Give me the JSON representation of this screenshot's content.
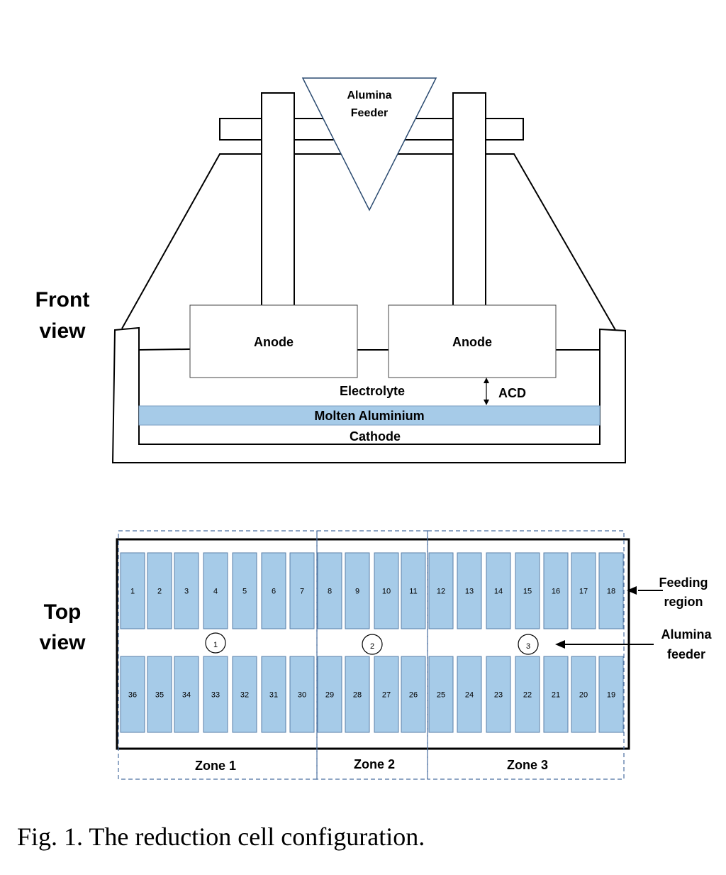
{
  "front_view": {
    "title_line1": "Front",
    "title_line2": "view",
    "feeder_line1": "Alumina",
    "feeder_line2": "Feeder",
    "anode_left": "Anode",
    "anode_right": "Anode",
    "electrolyte": "Electrolyte",
    "acd": "ACD",
    "molten": "Molten Aluminium",
    "cathode": "Cathode"
  },
  "top_view": {
    "title_line1": "Top",
    "title_line2": "view",
    "top_row": [
      "1",
      "2",
      "3",
      "4",
      "5",
      "6",
      "7",
      "8",
      "9",
      "10",
      "11",
      "12",
      "13",
      "14",
      "15",
      "16",
      "17",
      "18"
    ],
    "bottom_row": [
      "36",
      "35",
      "34",
      "33",
      "32",
      "31",
      "30",
      "29",
      "28",
      "27",
      "26",
      "25",
      "24",
      "23",
      "22",
      "21",
      "20",
      "19"
    ],
    "feeders": [
      "1",
      "2",
      "3"
    ],
    "feeding_region_line1": "Feeding",
    "feeding_region_line2": "region",
    "alumina_feeder_line1": "Alumina",
    "alumina_feeder_line2": "feeder",
    "zones": [
      "Zone 1",
      "Zone 2",
      "Zone 3"
    ]
  },
  "colors": {
    "cell_fill": "#a6cbe8",
    "cell_stroke": "#5a7fa8",
    "zone_dash": "#4a6fa0",
    "feeder_triangle": "#2a4a70"
  },
  "caption": "Fig. 1. The reduction cell configuration."
}
